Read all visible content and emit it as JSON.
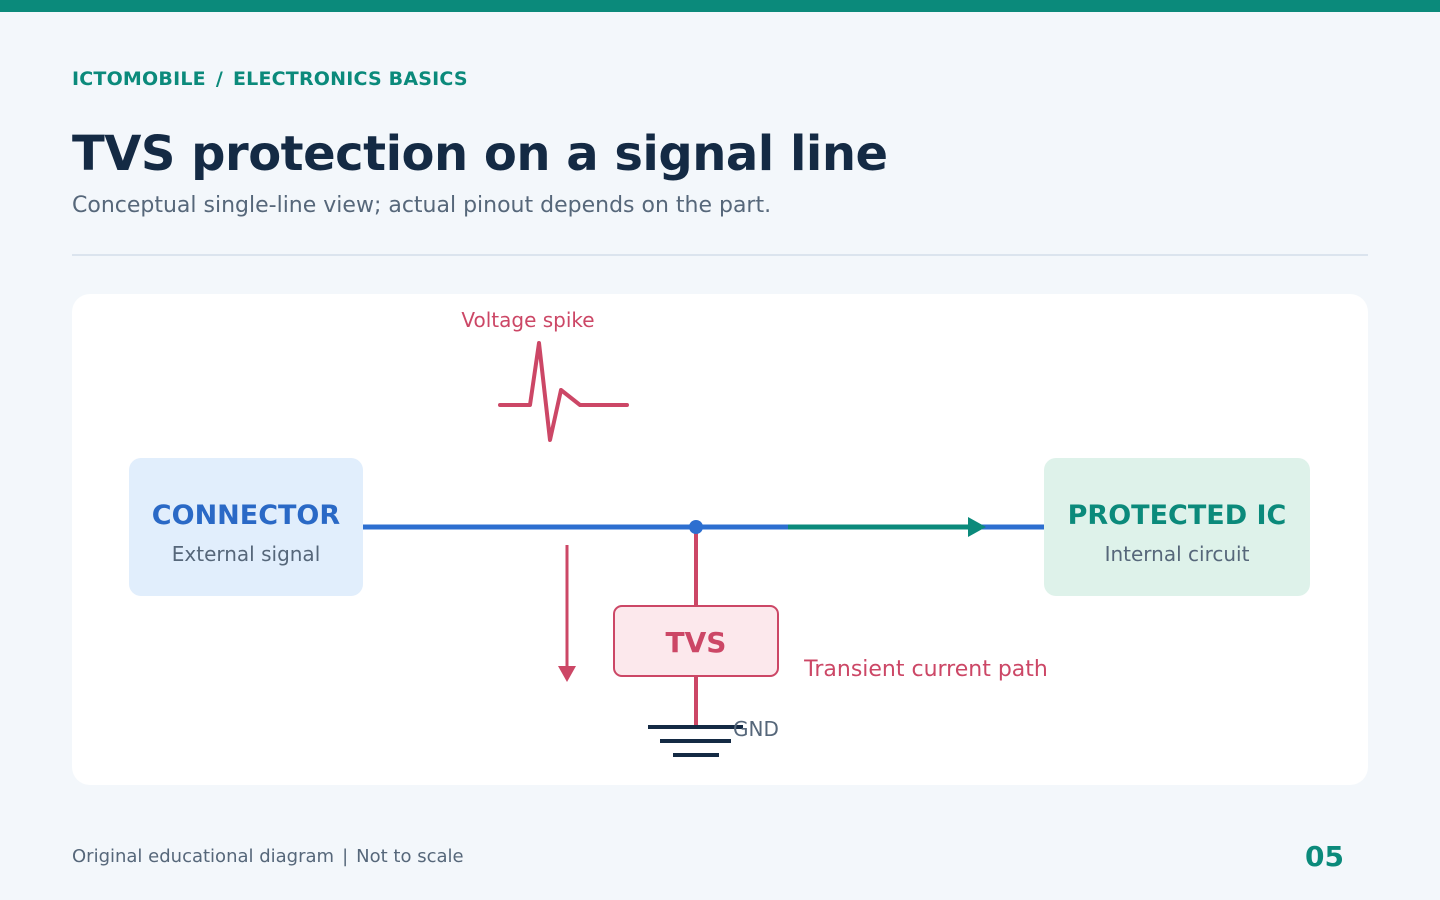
{
  "header": {
    "brand": "ICTOMOBILE",
    "separator": "/",
    "section": "ELECTRONICS BASICS",
    "title": "TVS protection on a signal line",
    "subtitle": "Conceptual single-line view; actual pinout depends on the part."
  },
  "diagram": {
    "connector": {
      "title": "CONNECTOR",
      "subtitle": "External signal"
    },
    "protected_ic": {
      "title": "PROTECTED IC",
      "subtitle": "Internal circuit"
    },
    "tvs": {
      "label": "TVS"
    },
    "spike_label": "Voltage spike",
    "current_path_label": "Transient current path",
    "ground_label": "GND"
  },
  "footer": {
    "note": "Original educational diagram",
    "separator": "|",
    "scale": "Not to scale",
    "page_number": "05"
  },
  "colors": {
    "accent": "#0b8a7b",
    "signal_line": "#2d6fd0",
    "spike": "#cc4766",
    "connector_bg": "#e1eefc",
    "ic_bg": "#def2ea",
    "tvs_bg": "#fce8ec",
    "ground": "#142a44"
  }
}
